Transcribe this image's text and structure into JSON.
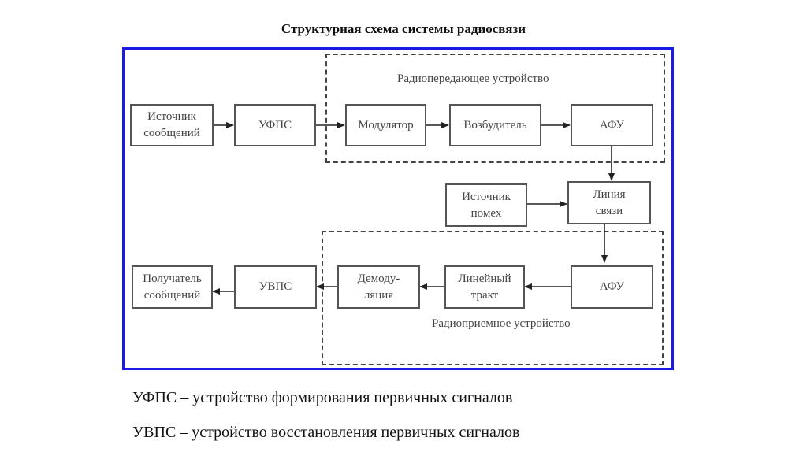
{
  "title": "Структурная схема системы радиосвязи",
  "groups": {
    "transmitter": {
      "label": "Радиопередающее устройство"
    },
    "receiver": {
      "label": "Радиоприемное  устройство"
    }
  },
  "blocks": {
    "source": {
      "line1": "Источник",
      "line2": "сообщений"
    },
    "ufps": {
      "line1": "УФПС"
    },
    "modulator": {
      "line1": "Модулятор"
    },
    "exciter": {
      "line1": "Возбудитель"
    },
    "afu_tx": {
      "line1": "АФУ"
    },
    "noise_source": {
      "line1": "Источник",
      "line2": "помех"
    },
    "channel": {
      "line1": "Линия",
      "line2": "связи"
    },
    "afu_rx": {
      "line1": "АФУ"
    },
    "line_path": {
      "line1": "Линейный",
      "line2": "тракт"
    },
    "demodulator": {
      "line1": "Демоду-",
      "line2": "ляция"
    },
    "uvps": {
      "line1": "УВПС"
    },
    "receiver_sink": {
      "line1": "Получатель",
      "line2": "сообщений"
    }
  },
  "connections": [
    {
      "from": "source",
      "to": "ufps"
    },
    {
      "from": "ufps",
      "to": "modulator"
    },
    {
      "from": "modulator",
      "to": "exciter"
    },
    {
      "from": "exciter",
      "to": "afu_tx"
    },
    {
      "from": "afu_tx",
      "to": "channel"
    },
    {
      "from": "noise_source",
      "to": "channel"
    },
    {
      "from": "channel",
      "to": "afu_rx"
    },
    {
      "from": "afu_rx",
      "to": "line_path"
    },
    {
      "from": "line_path",
      "to": "demodulator"
    },
    {
      "from": "demodulator",
      "to": "uvps"
    },
    {
      "from": "uvps",
      "to": "receiver_sink"
    }
  ],
  "legend": [
    "УФПС – устройство формирования первичных сигналов",
    "УВПС – устройство восстановления первичных сигналов"
  ],
  "colors": {
    "frame": "#1a1ae6",
    "lines": "#222222"
  }
}
